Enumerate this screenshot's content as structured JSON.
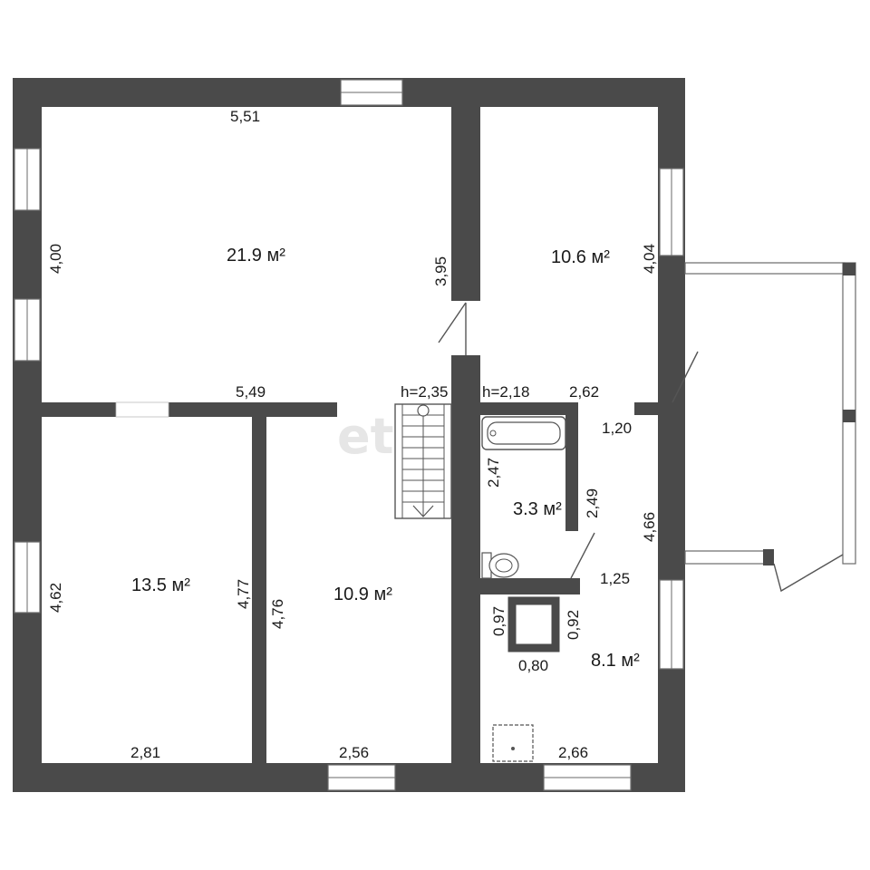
{
  "watermark": "etagi",
  "rooms": [
    {
      "id": "living",
      "area": "21.9 м²"
    },
    {
      "id": "room-ne",
      "area": "10.6 м²"
    },
    {
      "id": "bath",
      "area": "3.3 м²"
    },
    {
      "id": "bed-sw",
      "area": "13.5 м²"
    },
    {
      "id": "bed-mid",
      "area": "10.9 м²"
    },
    {
      "id": "hall",
      "area": "8.1 м²"
    }
  ],
  "dims": {
    "living_top": "5,51",
    "living_left": "4,00",
    "living_right": "3,95",
    "living_bottom": "5,49",
    "ne_right": "4,04",
    "stair_h": "h=2,35",
    "bath_h": "h=2,18",
    "hall_top": "2,62",
    "hall_step": "1,20",
    "bath_left": "2,47",
    "bath_right": "2,49",
    "hall_right": "4,66",
    "hall_mid": "1,25",
    "shaft_left": "0,97",
    "shaft_right": "0,92",
    "shaft_bottom": "0,80",
    "sw_left": "4,62",
    "sw_right": "4,77",
    "mid_left": "4,76",
    "sw_bottom": "2,81",
    "mid_bottom": "2,56",
    "hall_bottom": "2,66"
  }
}
